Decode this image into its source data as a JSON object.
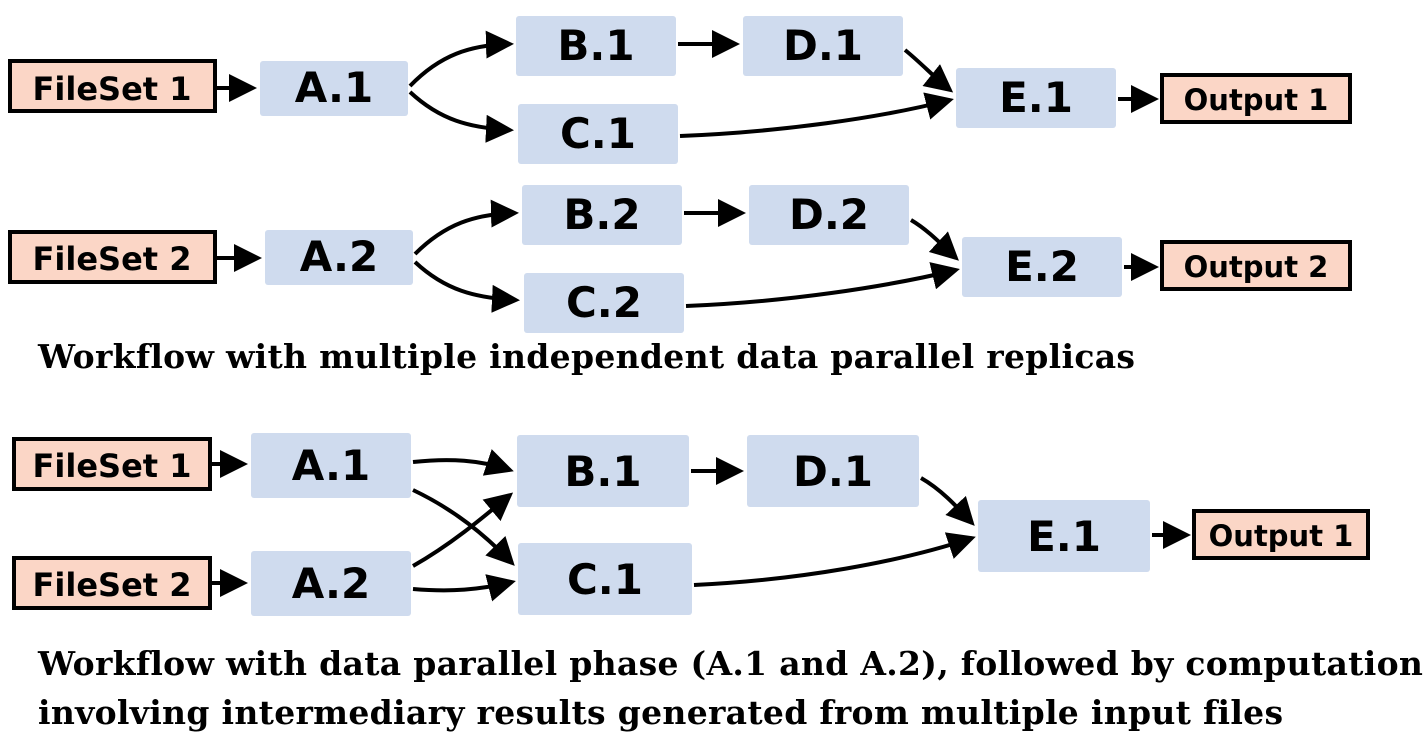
{
  "diagram_top": {
    "nodes": {
      "fileset": "FileSet 1",
      "a": "A.1",
      "b": "B.1",
      "c": "C.1",
      "d": "D.1",
      "e": "E.1",
      "output": "Output 1"
    }
  },
  "diagram_middle": {
    "nodes": {
      "fileset": "FileSet 2",
      "a": "A.2",
      "b": "B.2",
      "c": "C.2",
      "d": "D.2",
      "e": "E.2",
      "output": "Output 2"
    }
  },
  "caption_1": "Workflow with multiple independent data parallel replicas",
  "diagram_bottom": {
    "nodes": {
      "fileset1": "FileSet 1",
      "fileset2": "FileSet 2",
      "a1": "A.1",
      "a2": "A.2",
      "b": "B.1",
      "c": "C.1",
      "d": "D.1",
      "e": "E.1",
      "output": "Output 1"
    }
  },
  "caption_2_line1": "Workflow with data parallel phase (A.1 and A.2), followed by computation",
  "caption_2_line2": "involving intermediary results generated from multiple input files",
  "colors": {
    "task_fill": "#cfdbee",
    "file_fill": "#fbd6c6",
    "file_border": "#000000",
    "arrow": "#000000"
  }
}
